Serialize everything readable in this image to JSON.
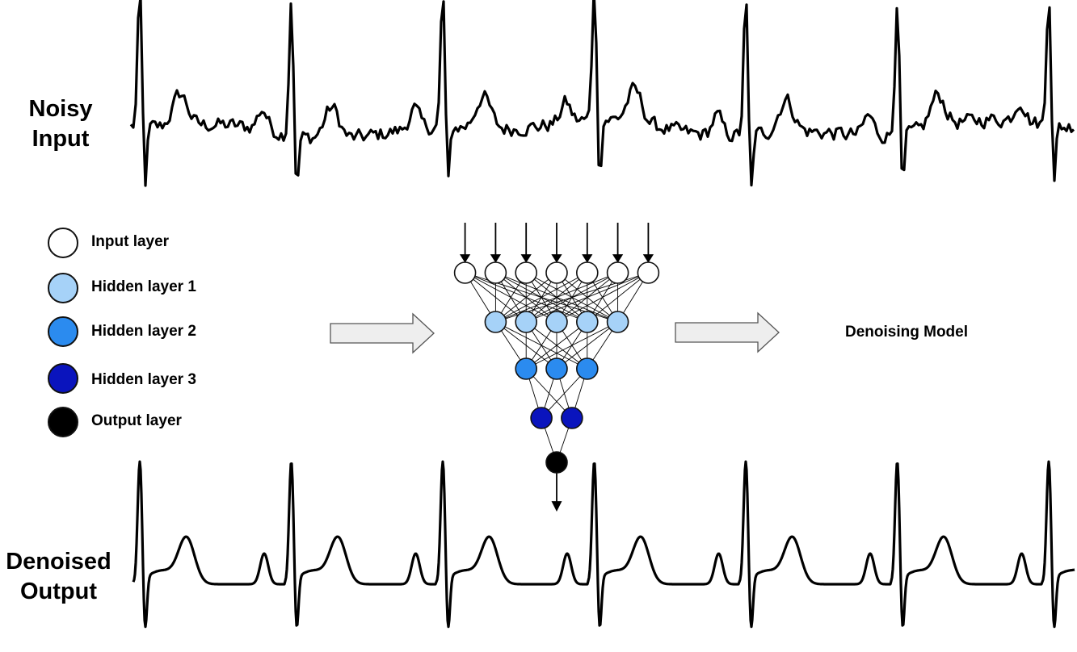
{
  "labels": {
    "noisy_line1": "Noisy",
    "noisy_line2": "Input",
    "denoised_line1": "Denoised",
    "denoised_line2": "Output",
    "model": "Denoising Model"
  },
  "legend": [
    {
      "label": "Input layer",
      "color": "#ffffff"
    },
    {
      "label": "Hidden layer 1",
      "color": "#a6d2f8"
    },
    {
      "label": "Hidden layer 2",
      "color": "#2b8bef"
    },
    {
      "label": "Hidden layer 3",
      "color": "#0a14bd"
    },
    {
      "label": "Output layer",
      "color": "#000000"
    }
  ],
  "network": {
    "layer_sizes": [
      7,
      5,
      3,
      2,
      1
    ],
    "layer_colors": [
      "#ffffff",
      "#a6d2f8",
      "#2b8bef",
      "#0a14bd",
      "#000000"
    ]
  },
  "signals": {
    "noisy_beats": 7,
    "denoised_beats": 7
  },
  "colors": {
    "arrow_fill": "#eeeeee",
    "arrow_stroke": "#555555",
    "line": "#000000"
  }
}
